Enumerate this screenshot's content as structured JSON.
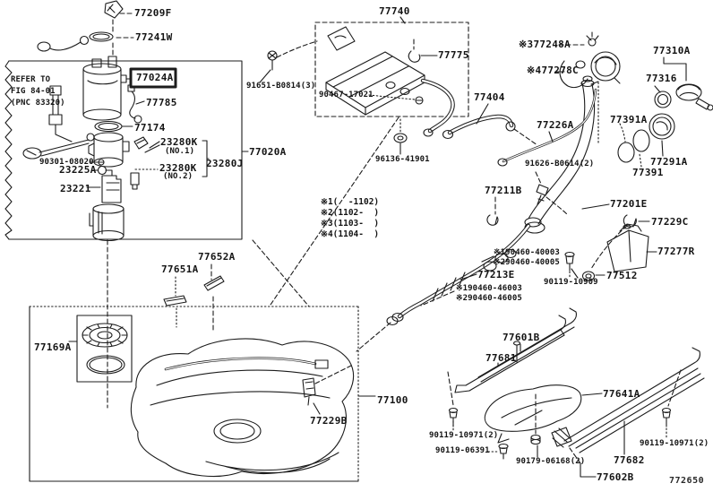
{
  "figure": {
    "code": "772650",
    "highlight_color": "#a31c33",
    "line_color": "#1c1c1c"
  },
  "refer_note": [
    "REFER TO",
    "FIG 84-01",
    "(PNC 83320)"
  ],
  "date_notes": [
    "※1(  -1102)",
    "※2(1102-  )",
    "※3(1103-  )",
    "※4(1104-  )"
  ],
  "labels": {
    "p77209F": "77209F",
    "p77241W": "77241W",
    "p77024A": "77024A",
    "p77785": "77785",
    "p77174": "77174",
    "p23280K_no1": "23280K",
    "p23280K_no1_sub": "(NO.1)",
    "p90301_08020": "90301-08020",
    "p23225A": "23225A",
    "p23280K_no2": "23280K",
    "p23280K_no2_sub": "(NO.2)",
    "p23280J": "23280J",
    "p23221": "23221",
    "p77020A": "77020A",
    "p77740": "77740",
    "p91651_B0814": "91651-B0814(3)",
    "p90467_17021": "90467-17021",
    "p77775": "77775",
    "p77404": "77404",
    "p96136_41901": "96136-41901",
    "p77248A": "※377248A",
    "p77278C": "※477278C",
    "p77310A": "77310A",
    "p77316": "77316",
    "p77226A": "77226A",
    "p77391A": "77391A",
    "p77291A": "77291A",
    "p77391": "77391",
    "p91626_B0614": "91626-B0614(2)",
    "p77211B": "77211B",
    "p77201E": "77201E",
    "p77229C": "77229C",
    "p77277R": "77277R",
    "p90460_40003": "※190460-40003",
    "p90460_40005": "※290460-40005",
    "p77512": "77512",
    "p90119_10909": "90119-10909",
    "p77213E": "77213E",
    "p90460_46003": "※190460-46003",
    "p90460_46005": "※290460-46005",
    "p77651A": "77651A",
    "p77652A": "77652A",
    "p77169A": "77169A",
    "p77100": "77100",
    "p77229B": "77229B",
    "p77601B": "77601B",
    "p77681": "77681",
    "p77641A": "77641A",
    "p90119_10971_left": "90119-10971(2)",
    "p90119_06391": "90119-06391",
    "p90179_06168": "90179-06168(2)",
    "p77682": "77682",
    "p77602B": "77602B",
    "p90119_10971_right": "90119-10971(2)"
  }
}
